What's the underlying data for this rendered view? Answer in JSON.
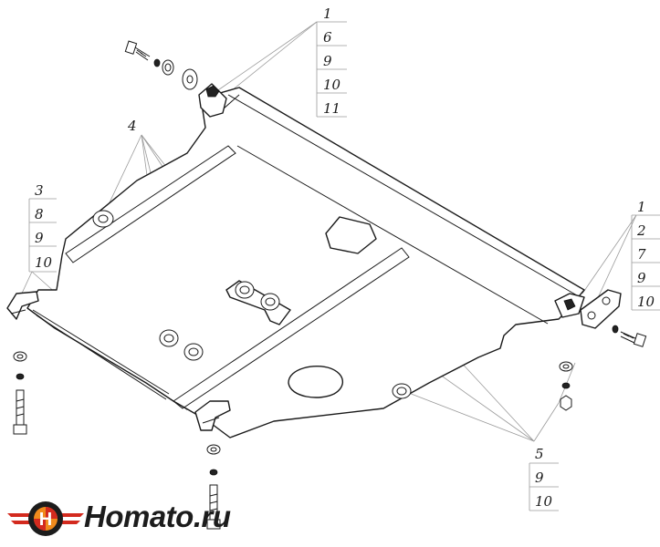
{
  "brand": {
    "text": "Homato.ru",
    "colors": {
      "red": "#d32a1e",
      "orange": "#f08a1c",
      "dark": "#1c1c1c"
    }
  },
  "callouts": {
    "top": [
      "1",
      "6",
      "9",
      "10",
      "11"
    ],
    "left": [
      "3",
      "8",
      "9",
      "10"
    ],
    "right": [
      "1",
      "2",
      "7",
      "9",
      "10"
    ],
    "bottom": [
      "5",
      "9",
      "10"
    ],
    "mounts": [
      "4"
    ]
  }
}
